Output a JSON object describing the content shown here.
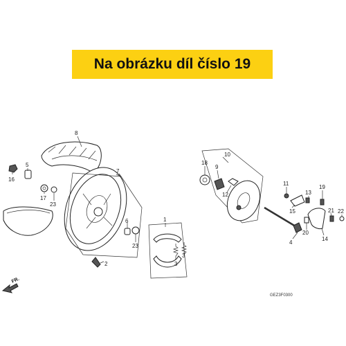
{
  "banner": {
    "text": "Na obrázku díl číslo 19",
    "color": "#fcd012"
  },
  "diagram_code": "GEZ3F0300",
  "direction_label": "FR.",
  "callouts": [
    {
      "label": "8"
    },
    {
      "label": "5"
    },
    {
      "label": "16"
    },
    {
      "label": "17"
    },
    {
      "label": "23"
    },
    {
      "label": "7"
    },
    {
      "label": "6"
    },
    {
      "label": "23"
    },
    {
      "label": "2"
    },
    {
      "label": "1"
    },
    {
      "label": "3"
    },
    {
      "label": "3"
    },
    {
      "label": "10"
    },
    {
      "label": "18"
    },
    {
      "label": "9"
    },
    {
      "label": "12"
    },
    {
      "label": "11"
    },
    {
      "label": "15"
    },
    {
      "label": "13"
    },
    {
      "label": "19"
    },
    {
      "label": "20"
    },
    {
      "label": "21"
    },
    {
      "label": "22"
    },
    {
      "label": "14"
    },
    {
      "label": "4"
    }
  ]
}
